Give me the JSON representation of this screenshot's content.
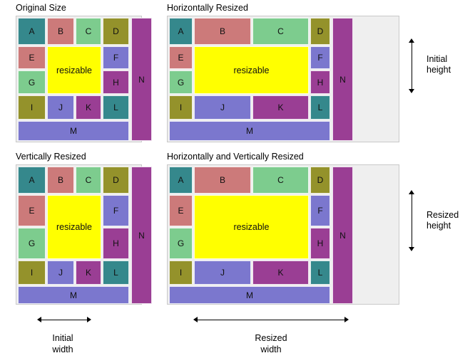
{
  "diagram": {
    "title_alt": "Resizable layout behaviour",
    "colors": {
      "teal": "#35888c",
      "rose": "#cc7a7a",
      "green": "#7dcc8e",
      "olive": "#94922b",
      "periwinkle": "#7b77ce",
      "purple": "#9a3e94",
      "yellow": "#ffff00",
      "frame_bg": "#efefef",
      "frame_border": "#c9c9c9",
      "gap": "#ffffff",
      "text": "#000000"
    },
    "cell_labels": {
      "a": "A",
      "b": "B",
      "c": "C",
      "d": "D",
      "e": "E",
      "f": "F",
      "g": "G",
      "h": "H",
      "i": "I",
      "j": "J",
      "k": "K",
      "l": "L",
      "m": "M",
      "n": "N",
      "resizable": "resizable"
    },
    "cell_colors": {
      "a": "teal",
      "b": "rose",
      "c": "green",
      "d": "olive",
      "e": "rose",
      "f": "periwinkle",
      "g": "green",
      "h": "purple",
      "i": "olive",
      "j": "periwinkle",
      "k": "purple",
      "l": "teal",
      "m": "periwinkle",
      "n": "purple",
      "resizable": "yellow"
    }
  },
  "panels": {
    "top_left": {
      "title": "Original Size"
    },
    "top_right": {
      "title": "Horizontally Resized"
    },
    "bottom_left": {
      "title": "Vertically Resized"
    },
    "bottom_right": {
      "title": "Horizontally and Vertically Resized"
    }
  },
  "annotations": {
    "initial_height": {
      "line1": "Initial",
      "line2": "height"
    },
    "resized_height": {
      "line1": "Resized",
      "line2": "height"
    },
    "initial_width": {
      "line1": "Initial",
      "line2": "width"
    },
    "resized_width": {
      "line1": "Resized",
      "line2": "width"
    }
  }
}
